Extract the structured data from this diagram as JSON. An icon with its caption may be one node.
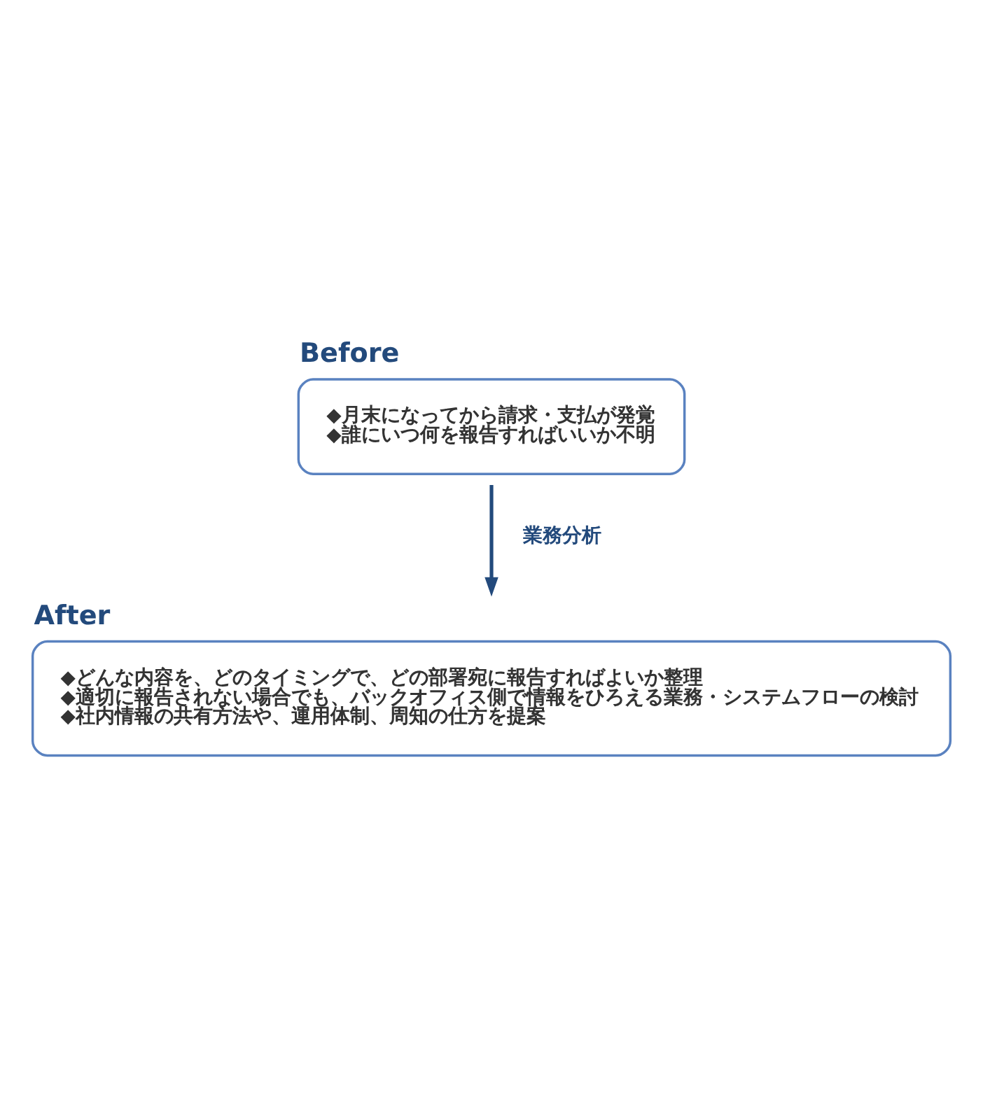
{
  "diagram": {
    "nodes": [
      {
        "text": [
          "Before",
          "◆月末になってから請求・支払が発覚",
          "◆誰にいつ何を報告すればいいか不明"
        ]
      },
      {
        "text": [
          "After",
          "◆どんな内容を、どのタイミングで、どの部署宛に報告すればよいか整理",
          "◆適切に報告されない場合でも、バックオフィス側で情報をひろえる業務・システムフローの検討",
          "◆社内情報の共有方法や、運用体制、周知の仕方を提案"
        ]
      }
    ],
    "edges": [
      {
        "from": 0,
        "to": 1,
        "arrow": "to",
        "label": "業務分析",
        "color": "#234a7c"
      }
    ]
  }
}
